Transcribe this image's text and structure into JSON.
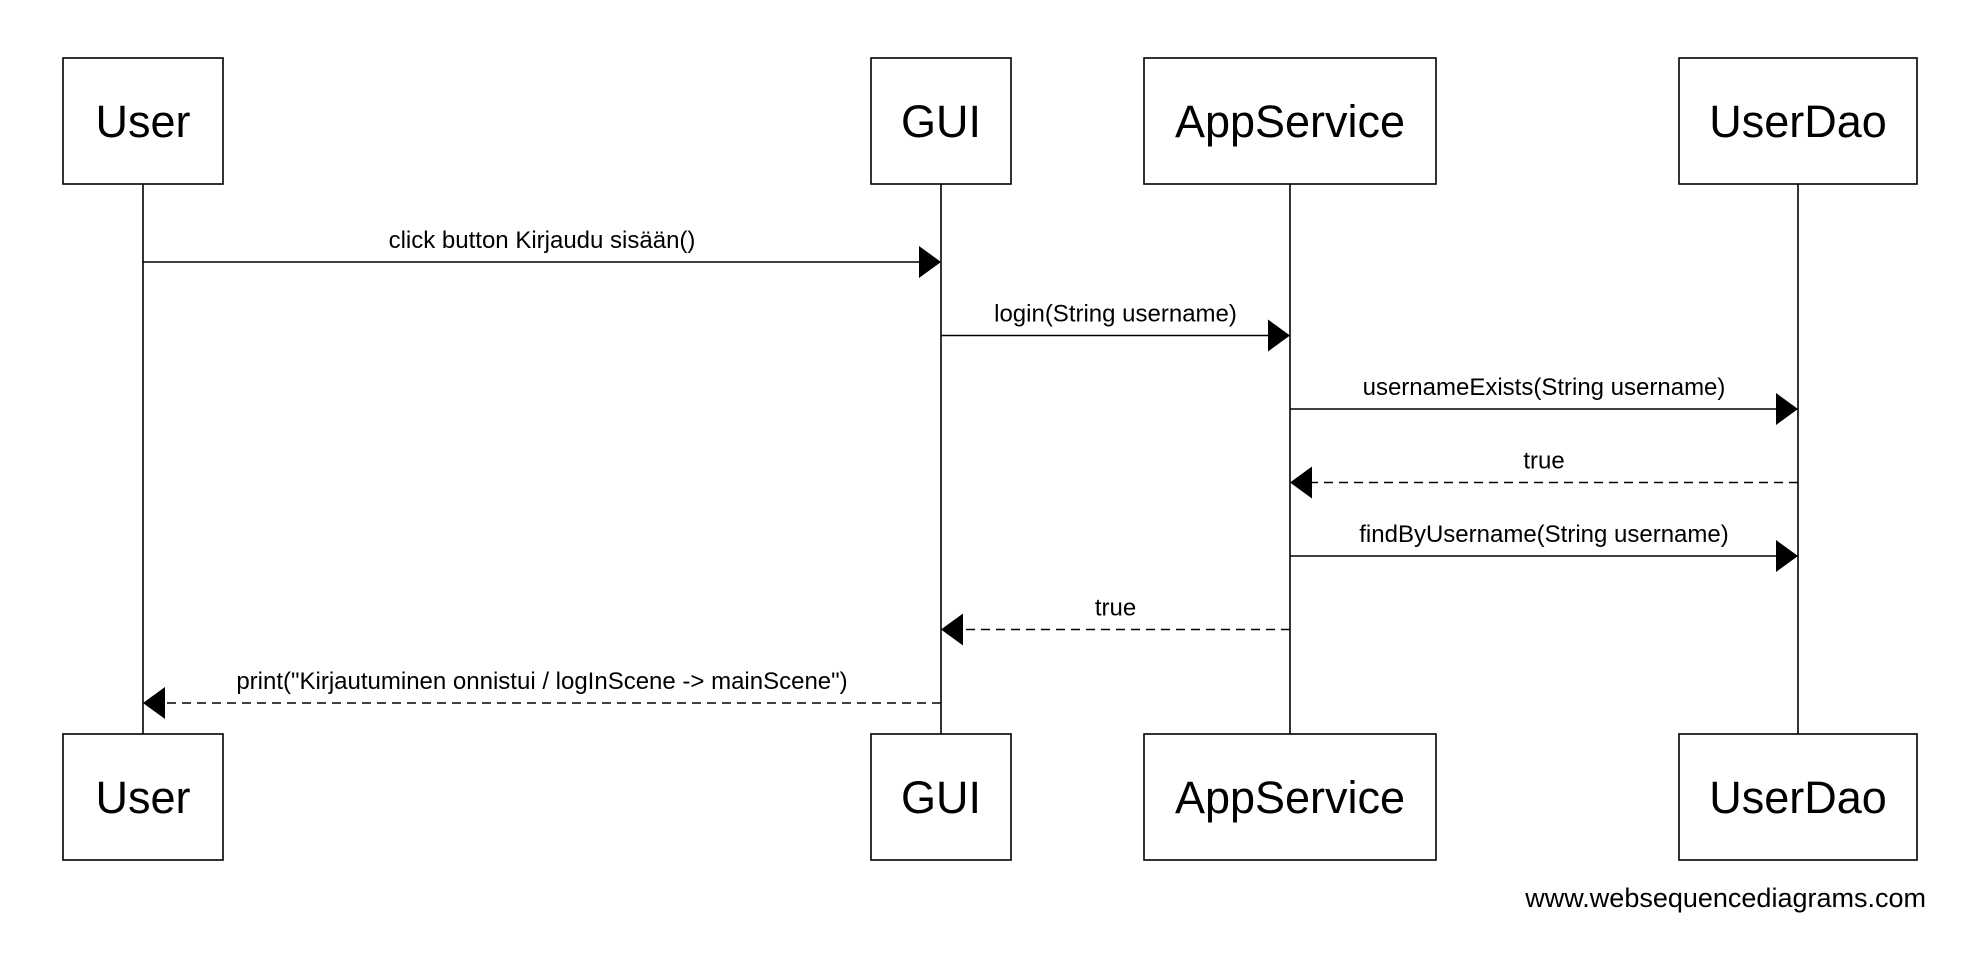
{
  "participants": [
    {
      "id": "user",
      "label": "User"
    },
    {
      "id": "gui",
      "label": "GUI"
    },
    {
      "id": "appservice",
      "label": "AppService"
    },
    {
      "id": "userdao",
      "label": "UserDao"
    }
  ],
  "messages": [
    {
      "from": "user",
      "to": "gui",
      "label": "click button Kirjaudu sisään()",
      "style": "solid"
    },
    {
      "from": "gui",
      "to": "appservice",
      "label": "login(String username)",
      "style": "solid"
    },
    {
      "from": "appservice",
      "to": "userdao",
      "label": "usernameExists(String username)",
      "style": "solid"
    },
    {
      "from": "userdao",
      "to": "appservice",
      "label": "true",
      "style": "dashed"
    },
    {
      "from": "appservice",
      "to": "userdao",
      "label": "findByUsername(String username)",
      "style": "solid"
    },
    {
      "from": "appservice",
      "to": "gui",
      "label": "true",
      "style": "dashed"
    },
    {
      "from": "gui",
      "to": "user",
      "label": "print(\"Kirjautuminen onnistui / logInScene -> mainScene\")",
      "style": "dashed"
    }
  ],
  "watermark": "www.websequencediagrams.com"
}
